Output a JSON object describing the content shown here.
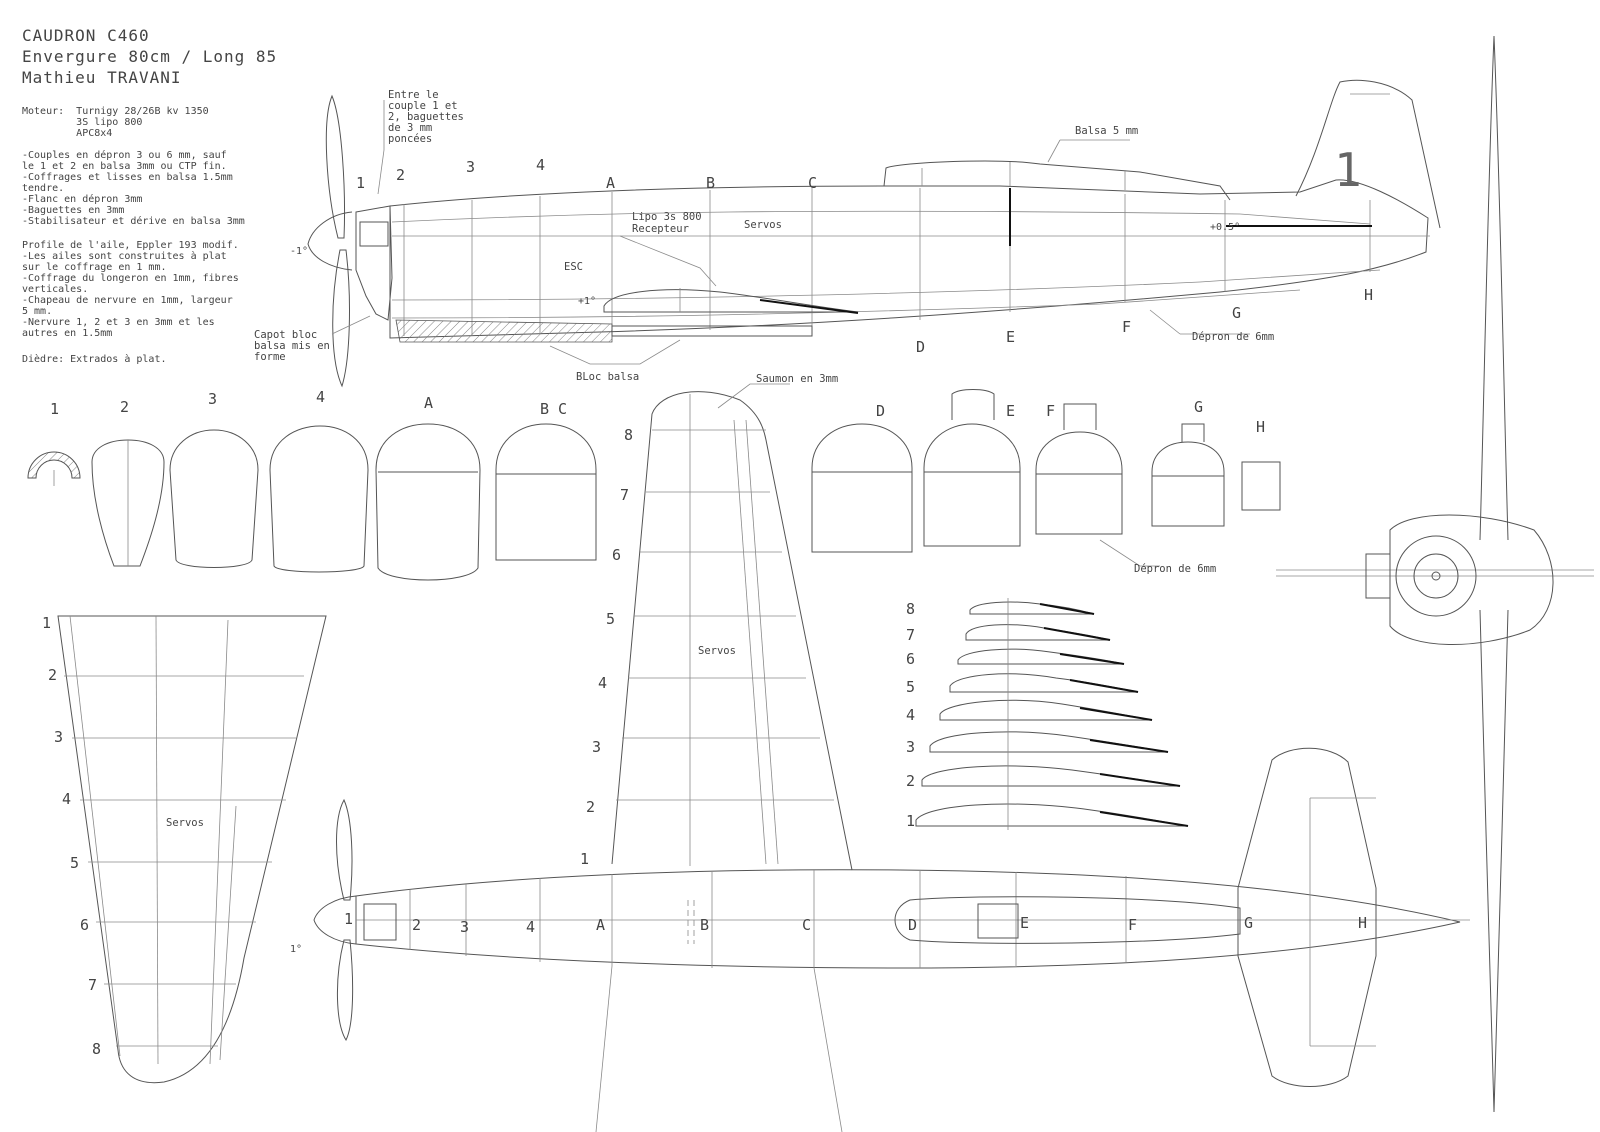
{
  "title": {
    "lines": [
      "CAUDRON C460",
      "Envergure 80cm / Long 85",
      "Mathieu TRAVANI"
    ]
  },
  "notes": {
    "motor": [
      "Moteur:  Turnigy 28/26B kv 1350",
      "         3S lipo 800",
      "         APC8x4"
    ],
    "construction": [
      "-Couples en dépron 3 ou 6 mm, sauf",
      "le 1 et 2 en balsa 3mm ou CTP fin.",
      "-Coffrages et lisses en balsa 1.5mm",
      "tendre.",
      "-Flanc en dépron 3mm",
      "-Baguettes en 3mm",
      "-Stabilisateur et dérive en balsa 3mm"
    ],
    "wing": [
      "Profile de l'aile, Eppler 193 modif.",
      "-Les ailes sont construites à plat",
      "sur le coffrage en 1 mm.",
      "-Coffrage du longeron en 1mm, fibres",
      "verticales.",
      "-Chapeau de nervure en 1mm, largeur",
      "5 mm.",
      "-Nervure 1, 2 et 3 en 3mm et les",
      "autres en 1.5mm"
    ],
    "dihedral": "Dièdre: Extrados à plat."
  },
  "side_view": {
    "between_note": [
      "Entre le",
      "couple 1 et",
      "2, baguettes",
      "de 3 mm",
      "poncées"
    ],
    "balsa_label": "Balsa 5 mm",
    "lipo_label": [
      "Lipo 3s 800",
      "Recepteur"
    ],
    "servos_label": "Servos",
    "esc_label": "ESC",
    "incidence_prop": "-1°",
    "incidence_wing": "+1°",
    "incidence_tail": "+0.5°",
    "capot_note": [
      "Capot bloc",
      "balsa mis en",
      "forme"
    ],
    "bloc_balsa": "BLoc balsa",
    "depron_label": "Dépron de 6mm",
    "fin_number": "1",
    "stations_top": [
      "1",
      "2",
      "3",
      "4",
      "A",
      "B",
      "C"
    ],
    "stations_bottom": [
      "D",
      "E",
      "F",
      "G",
      "H"
    ]
  },
  "formers": {
    "labels": [
      "1",
      "2",
      "3",
      "4",
      "A",
      "B C",
      "D",
      "E",
      "F",
      "G",
      "H"
    ],
    "depron_label": "Dépron de 6mm"
  },
  "stabilizer": {
    "saumon_label": "Saumon en 3mm",
    "servos_label": "Servos",
    "ribs": [
      "8",
      "7",
      "6",
      "5",
      "4",
      "3",
      "2",
      "1"
    ]
  },
  "airfoils": {
    "numbers": [
      "8",
      "7",
      "6",
      "5",
      "4",
      "3",
      "2",
      "1"
    ]
  },
  "wing_plan": {
    "servos_label": "Servos",
    "ribs": [
      "1",
      "2",
      "3",
      "4",
      "5",
      "6",
      "7",
      "8"
    ]
  },
  "top_view": {
    "incidence": "1°",
    "stations": [
      "1",
      "2",
      "3",
      "4",
      "A",
      "B",
      "C",
      "D",
      "E",
      "F",
      "G",
      "H"
    ]
  }
}
